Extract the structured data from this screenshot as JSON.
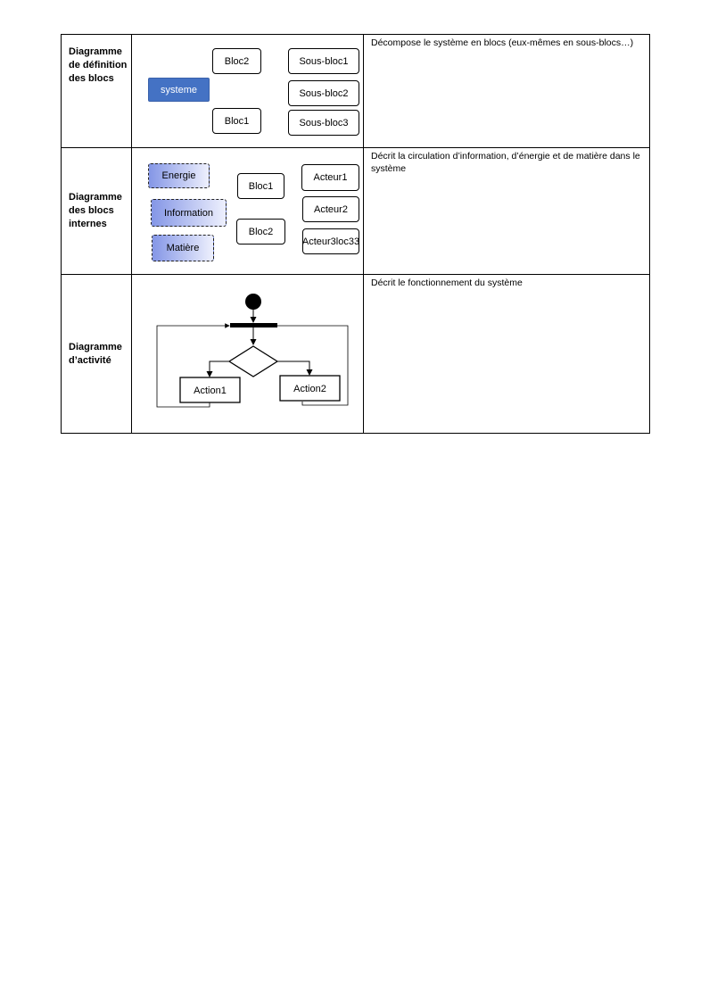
{
  "rows": [
    {
      "name": "Diagramme\nde définition\ndes blocs",
      "description": "Décompose le système en blocs (eux-mêmes en sous-blocs…)",
      "diagram": {
        "main": "systeme",
        "blocks": [
          "Bloc2",
          "Bloc1"
        ],
        "subblocks": [
          "Sous-bloc1",
          "Sous-bloc2",
          "Sous-bloc3"
        ]
      }
    },
    {
      "name": "Diagramme\ndes blocs\ninternes",
      "description": "Décrit la circulation d’information, d’énergie et de matière dans le système",
      "diagram": {
        "flows": [
          "Energie",
          "Information",
          "Matière"
        ],
        "blocks": [
          "Bloc1",
          "Bloc2"
        ],
        "actors": [
          "Acteur1",
          "Acteur2",
          "Acteur3loc33"
        ]
      }
    },
    {
      "name": "Diagramme\nd’activité",
      "description": "Décrit le fonctionnement du système",
      "diagram": {
        "actions": [
          "Action1",
          "Action2"
        ]
      }
    }
  ]
}
